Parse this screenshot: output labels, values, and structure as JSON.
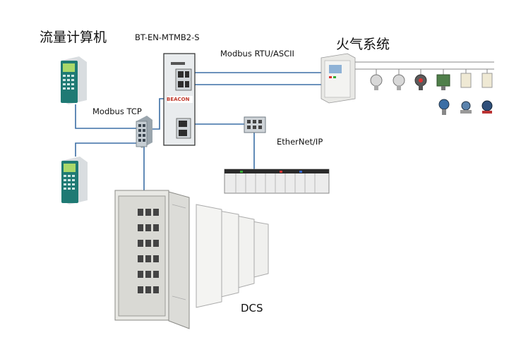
{
  "labels": {
    "flowmeter": "流量计算机",
    "gateway_model": "BT-EN-MTMB2-S",
    "fire_system": "火气系统",
    "modbus_rtu": "Modbus RTU/ASCII",
    "modbus_tcp": "Modbus TCP",
    "ethernet_ip": "EtherNet/IP",
    "dcs": "DCS",
    "gateway_brand": "BEACON"
  },
  "colors": {
    "link": "#3b6ea5",
    "device_teal": "#1f7a74",
    "cabinet": "#e8e8e4"
  }
}
